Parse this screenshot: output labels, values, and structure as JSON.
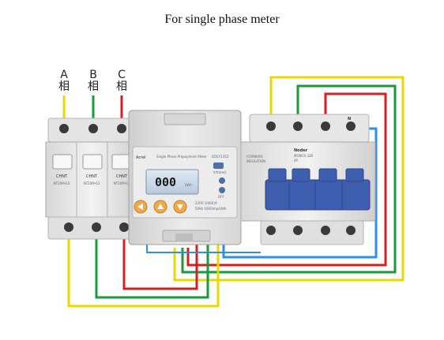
{
  "title": "For single phase meter",
  "phases": [
    {
      "label": "A相",
      "color": "#e8d800"
    },
    {
      "label": "B相",
      "color": "#1a9a3a"
    },
    {
      "label": "C相",
      "color": "#d21f1f"
    }
  ],
  "neutral": {
    "label": "N",
    "color": "#2f8fe0"
  },
  "breaker_brand": "CHNT",
  "breaker_model": "NT20M-63",
  "meter": {
    "brand": "Acrel",
    "description": "Single Phase Prepayment Meter",
    "model": "DDSY1352",
    "display": "000",
    "display_unit": "kWh",
    "infrared_label": "Infrared",
    "off_label": "OFF",
    "spec_lines": [
      "220V 10(60)A",
      "50Hz 1600imp/kWh"
    ]
  },
  "contactor": {
    "brand": "Noder",
    "model": "MGNC6-32B",
    "rating": "4P",
    "sub_labels": [
      "FORWARD",
      "INSULATION"
    ]
  },
  "colors": {
    "yellow": "#e8d800",
    "green": "#1a9a3a",
    "red": "#d21f1f",
    "blue": "#2f8fe0",
    "device_body": "#e6e6e6",
    "contactor_handle": "#3e5fb0",
    "meter_button": "#f0a94a"
  }
}
